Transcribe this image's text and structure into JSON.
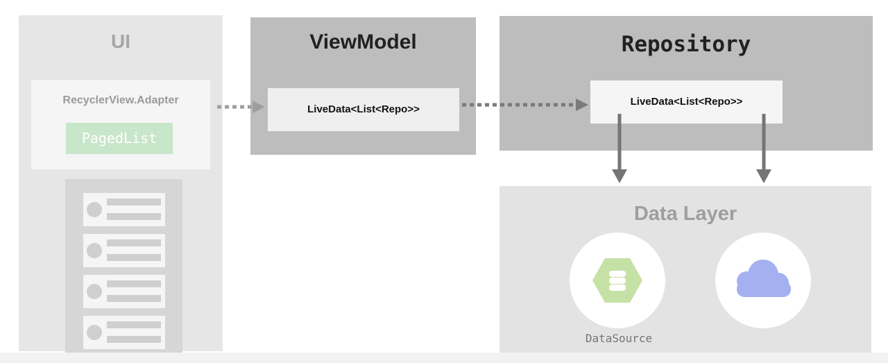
{
  "ui": {
    "title": "UI",
    "adapter_label": "RecyclerView.Adapter",
    "paged_list_label": "PagedList",
    "list_item_count": 4
  },
  "viewmodel": {
    "title": "ViewModel",
    "livedata_label": "LiveData<List<Repo>>"
  },
  "repository": {
    "title": "Repository",
    "livedata_label": "LiveData<List<Repo>>"
  },
  "data_layer": {
    "title": "Data Layer",
    "datasource_label": "DataSource",
    "icons": [
      "database-icon",
      "cloud-icon"
    ]
  },
  "colors": {
    "panel_light": "#e6e6e6",
    "panel_dark": "#bdbdbd",
    "paged_list_green": "#c8e6c9",
    "database_green": "#c5e1a5",
    "cloud_blue": "#a4b0f0",
    "arrow_gray": "#757575"
  }
}
